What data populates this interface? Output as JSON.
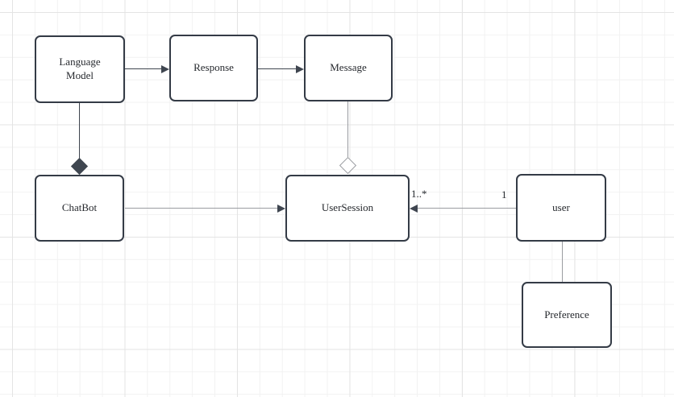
{
  "canvas": {
    "type": "diagram-grid-canvas",
    "description": "UML class diagram of a chatbot system on a draw.io-style grid canvas"
  },
  "colors": {
    "canvas_bg": "#ffffff",
    "grid_minor": "#f2f2f2",
    "grid_major": "#e4e4e4",
    "node_fill": "#ffffff",
    "node_border": "#343b46",
    "text": "#26292e",
    "edge_dark": "#3f4650",
    "edge_gray": "#9a9ca1"
  },
  "diagram": {
    "nodes": [
      {
        "id": "language-model",
        "label": "Language Model"
      },
      {
        "id": "response",
        "label": "Response"
      },
      {
        "id": "message",
        "label": "Message"
      },
      {
        "id": "chatbot",
        "label": "ChatBot"
      },
      {
        "id": "user-session",
        "label": "UserSession"
      },
      {
        "id": "user",
        "label": "user"
      },
      {
        "id": "preference",
        "label": "Preference"
      }
    ],
    "edges": [
      {
        "from": "language-model",
        "to": "response",
        "type": "directed-arrow"
      },
      {
        "from": "response",
        "to": "message",
        "type": "directed-arrow"
      },
      {
        "from": "language-model",
        "to": "chatbot",
        "type": "composition-filled-diamond"
      },
      {
        "from": "message",
        "to": "user-session",
        "type": "aggregation-open-diamond"
      },
      {
        "from": "chatbot",
        "to": "user-session",
        "type": "directed-arrow"
      },
      {
        "from": "user",
        "to": "user-session",
        "type": "directed-arrow",
        "label_target": "1..*",
        "label_source": "1"
      },
      {
        "from": "user",
        "to": "preference",
        "type": "plain-line"
      }
    ]
  }
}
